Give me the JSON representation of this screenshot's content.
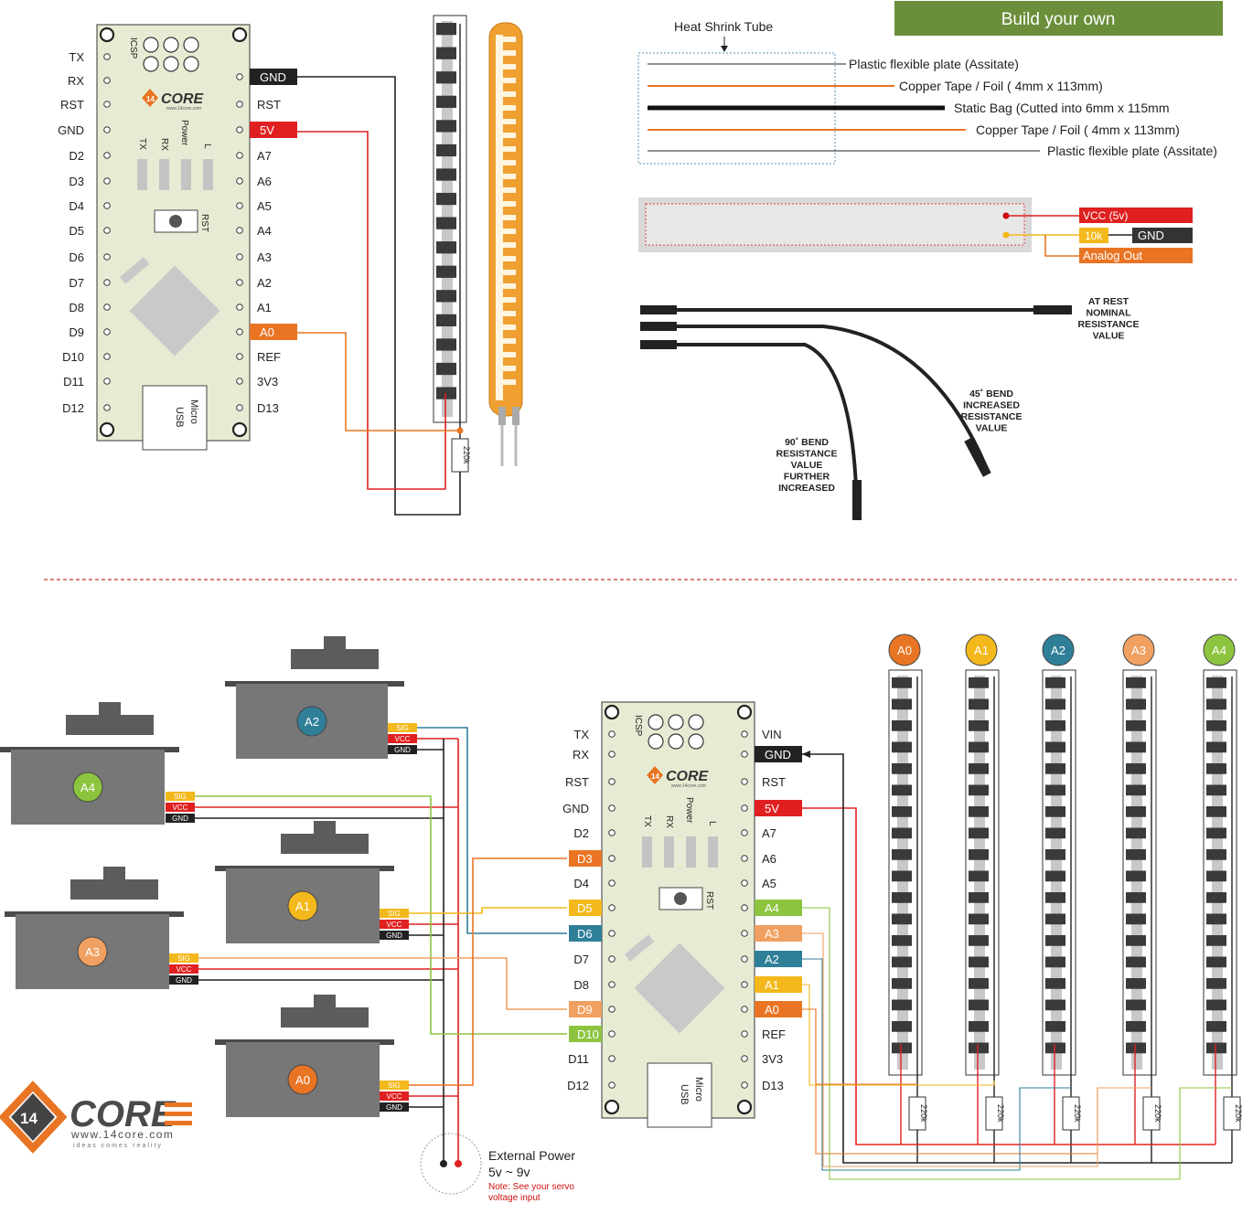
{
  "banner": {
    "text": "Build your own",
    "color": "#6b8e3a"
  },
  "colors": {
    "red": "#e02020",
    "black": "#222222",
    "orange": "#e97524",
    "yellow": "#f3b81b",
    "teal": "#2f7f99",
    "peach": "#f0a060",
    "green": "#8cc43f",
    "board": "#e6ecd3"
  },
  "board_top": {
    "left_pins": [
      "TX",
      "RX",
      "RST",
      "GND",
      "D2",
      "D3",
      "D4",
      "D5",
      "D6",
      "D7",
      "D8",
      "D9",
      "D10",
      "D11",
      "D12"
    ],
    "right_pins": [
      "GND",
      "RST",
      "5V",
      "A7",
      "A6",
      "A5",
      "A4",
      "A3",
      "A2",
      "A1",
      "A0",
      "REF",
      "3V3",
      "D13"
    ],
    "chip_labels": [
      "TX",
      "RX",
      "Power",
      "L"
    ],
    "icsp": "ICSP",
    "rst": "RST",
    "usb": "Micro USB",
    "logo": "CORE",
    "logo_small": "www.14core.com",
    "logo_num": "14"
  },
  "board_bottom": {
    "left_pins": [
      "TX",
      "RX",
      "RST",
      "GND",
      "D2",
      "D3",
      "D4",
      "D5",
      "D6",
      "D7",
      "D8",
      "D9",
      "D10",
      "D11",
      "D12"
    ],
    "right_pins": [
      "VIN",
      "GND",
      "RST",
      "5V",
      "A7",
      "A6",
      "A5",
      "A4",
      "A3",
      "A2",
      "A1",
      "A0",
      "REF",
      "3V3",
      "D13"
    ]
  },
  "resistor": "220k",
  "layers": {
    "title": "Heat Shrink Tube",
    "items": [
      "Plastic flexible plate (Assitate)",
      "Copper Tape / Foil ( 4mm x 113mm)",
      "Static Bag (Cutted into 6mm x 115mm",
      "Copper Tape / Foil ( 4mm x 113mm)",
      "Plastic flexible plate (Assitate)"
    ]
  },
  "sensor_wiring": {
    "vcc": "VCC (5v)",
    "res": "10k",
    "gnd": "GND",
    "out": "Analog Out"
  },
  "bend": {
    "rest": [
      "AT REST",
      "NOMINAL",
      "RESISTANCE",
      "VALUE"
    ],
    "b45": [
      "45˚ BEND",
      "INCREASED",
      "RESISTANCE",
      "VALUE"
    ],
    "b90": [
      "90˚ BEND",
      "RESISTANCE",
      "VALUE",
      "FURTHER",
      "INCREASED"
    ]
  },
  "servos": [
    {
      "label": "A2"
    },
    {
      "label": "A4"
    },
    {
      "label": "A1"
    },
    {
      "label": "A3"
    },
    {
      "label": "A0"
    }
  ],
  "servo_pins": [
    "SIG",
    "VCC",
    "GND"
  ],
  "flex_labels": [
    "A0",
    "A1",
    "A2",
    "A3",
    "A4"
  ],
  "power": {
    "title": "External Power",
    "range": "5v ~ 9v",
    "note1": "Note: See your servo",
    "note2": "voltage input"
  },
  "logo": {
    "word": "CORE",
    "url": "www.14core.com",
    "tag": "ideas comes reality",
    "num": "14"
  }
}
